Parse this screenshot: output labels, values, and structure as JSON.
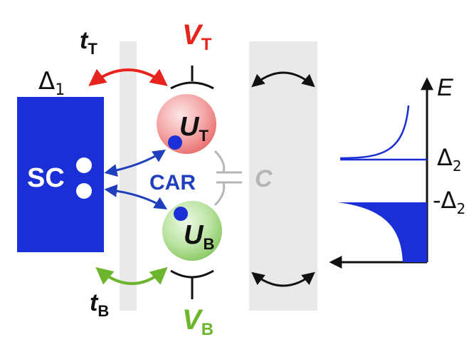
{
  "labels": {
    "tT": {
      "main": "t",
      "sub": "T"
    },
    "tB": {
      "main": "t",
      "sub": "B"
    },
    "VT": {
      "main": "V",
      "sub": "T"
    },
    "VB": {
      "main": "V",
      "sub": "B"
    },
    "UT": {
      "main": "U",
      "sub": "T"
    },
    "UB": {
      "main": "U",
      "sub": "B"
    },
    "delta1": {
      "main": "Δ",
      "sub": "1"
    },
    "sc": "SC",
    "car": "CAR",
    "capacitance": "C",
    "energy_axis": "E",
    "delta2_pos": {
      "main": "Δ",
      "sub": "2"
    },
    "delta2_neg": {
      "prefix": "-",
      "main": "Δ",
      "sub": "2"
    }
  },
  "colors": {
    "sc_block": "#1a2fd6",
    "red": "#e8221c",
    "green": "#6cb52c",
    "blue_text": "#1f3fbf",
    "barrier_gray": "#e9e9e9",
    "cap_gray": "#b5b5b5",
    "dot_top_fill": "#f08a8a",
    "dot_bottom_fill": "#a8dc8c"
  }
}
